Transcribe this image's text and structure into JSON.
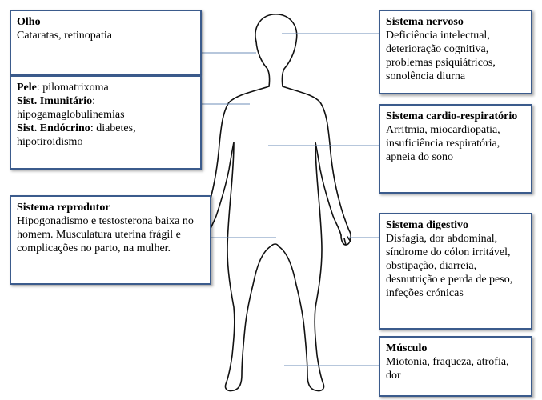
{
  "boxes": {
    "olho": {
      "title": "Olho",
      "text": "Cataratas, retinopatia"
    },
    "pele_imune_endocrino": {
      "pele_label": "Pele",
      "pele_text": ": pilomatrixoma",
      "imune_label": "Sist. Imunitário",
      "imune_text": ":",
      "imune_text2": "hipogamaglobulinemias",
      "endocrino_label": "Sist. Endócrino",
      "endocrino_text": ": diabetes,",
      "endocrino_text2": "hipotiroidismo"
    },
    "reprodutor": {
      "title": "Sistema reprodutor",
      "text": "Hipogonadismo e testosterona baixa no homem. Musculatura uterina frágil e complicações no parto, na mulher."
    },
    "nervoso": {
      "title": "Sistema nervoso",
      "text": "Deficiência intelectual, deterioração cognitiva, problemas psiquiátricos, sonolência diurna"
    },
    "cardio": {
      "title": "Sistema cardio-respiratório",
      "text": "Arritmia, miocardiopatia, insuficiência respiratória, apneia do sono"
    },
    "digestivo": {
      "title": "Sistema digestivo",
      "text": "Disfagia, dor abdominal, síndrome do cólon irritável, obstipação, diarreia, desnutrição e perda de peso, infeções crónicas"
    },
    "musculo": {
      "title": "Músculo",
      "text": "Miotonia, fraqueza, atrofia, dor"
    }
  }
}
